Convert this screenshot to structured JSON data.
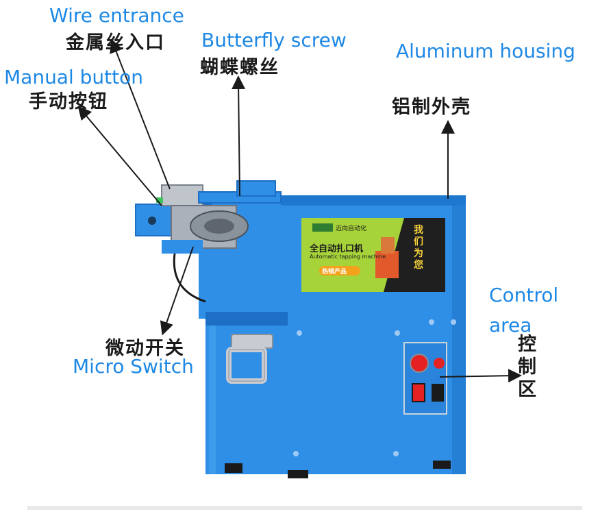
{
  "labels": {
    "wire_entrance_en": "Wire entrance",
    "wire_entrance_cn": "金属丝入口",
    "butterfly_screw_en": "Butterfly screw",
    "butterfly_screw_cn": "蝴蝶螺丝",
    "manual_button_en": "Manual button",
    "manual_button_cn": "手动按钮",
    "aluminum_housing_en": "Aluminum housing",
    "aluminum_housing_cn": "铝制外壳",
    "control_area_en_1": "Control",
    "control_area_en_2": "area",
    "control_area_cn": "控制区",
    "micro_switch_en": "Micro Switch",
    "micro_switch_cn": "微动开关"
  },
  "panel": {
    "title_cn": "全自动扎口机",
    "subtitle_en": "Automatic tapping machine",
    "brand": "迈向自动化",
    "badge": "热销产品",
    "slogan": "我们为您"
  },
  "colors": {
    "housing": "#2f8fe6",
    "housing_dark": "#1c6fc4",
    "label_blue": "#1e88e5",
    "panel_green": "#a6d33a",
    "button_red": "#e52222"
  }
}
